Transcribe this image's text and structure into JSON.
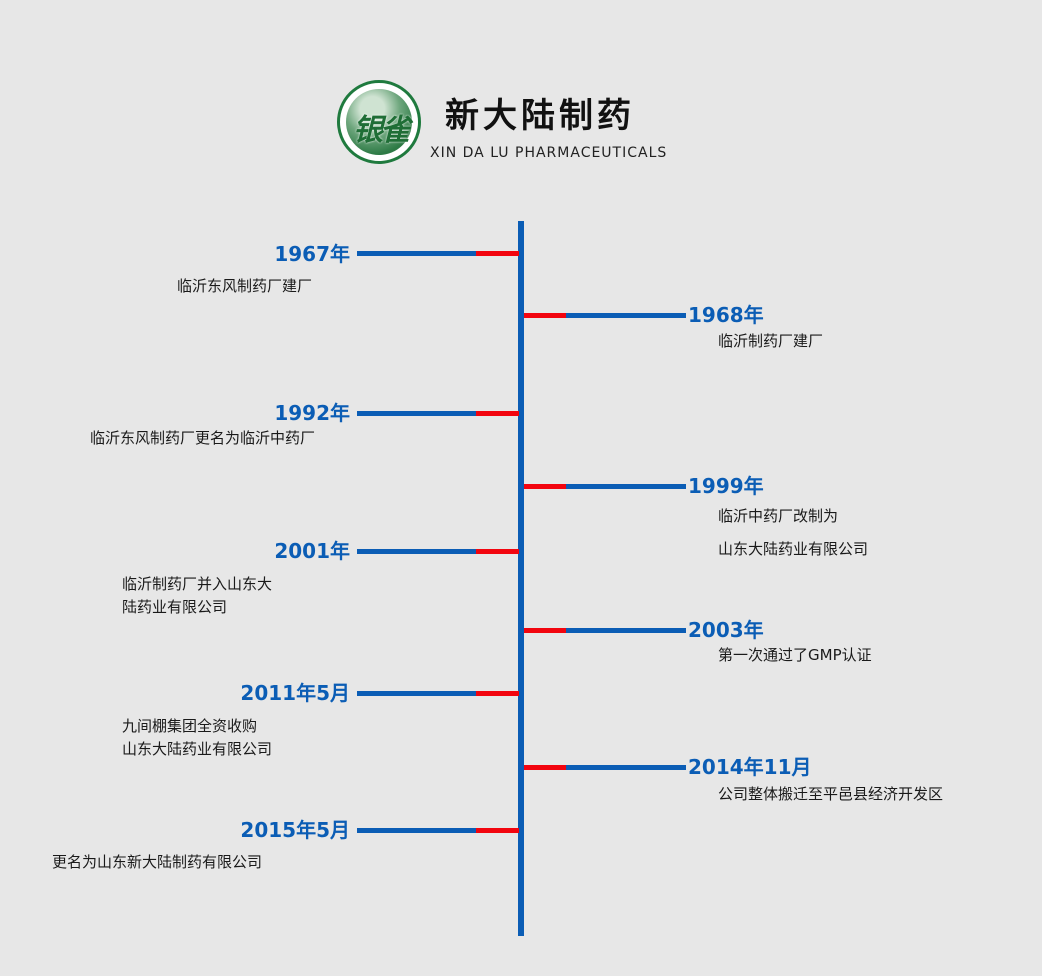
{
  "header": {
    "logo_text": "银雀",
    "title": "新大陆制药",
    "subtitle": "XIN DA LU PHARMACEUTICALS"
  },
  "colors": {
    "accent": "#0b5db5",
    "highlight": "#f2050f",
    "background": "#e7e7e7"
  },
  "timeline": [
    {
      "year": "1967年",
      "side": "left",
      "lines": [
        "临沂东风制药厂建厂"
      ]
    },
    {
      "year": "1968年",
      "side": "right",
      "lines": [
        "临沂制药厂建厂"
      ]
    },
    {
      "year": "1992年",
      "side": "left",
      "lines": [
        "临沂东风制药厂更名为临沂中药厂"
      ]
    },
    {
      "year": "1999年",
      "side": "right",
      "lines": [
        "临沂中药厂改制为",
        "山东大陆药业有限公司"
      ]
    },
    {
      "year": "2001年",
      "side": "left",
      "lines": [
        "临沂制药厂并入山东大",
        "陆药业有限公司"
      ]
    },
    {
      "year": "2003年",
      "side": "right",
      "lines": [
        "第一次通过了GMP认证"
      ]
    },
    {
      "year": "2011年5月",
      "side": "left",
      "lines": [
        "九间棚集团全资收购",
        "山东大陆药业有限公司"
      ]
    },
    {
      "year": "2014年11月",
      "side": "right",
      "lines": [
        "公司整体搬迁至平邑县经济开发区"
      ]
    },
    {
      "year": "2015年5月",
      "side": "left",
      "lines": [
        "更名为山东新大陆制药有限公司"
      ]
    }
  ]
}
